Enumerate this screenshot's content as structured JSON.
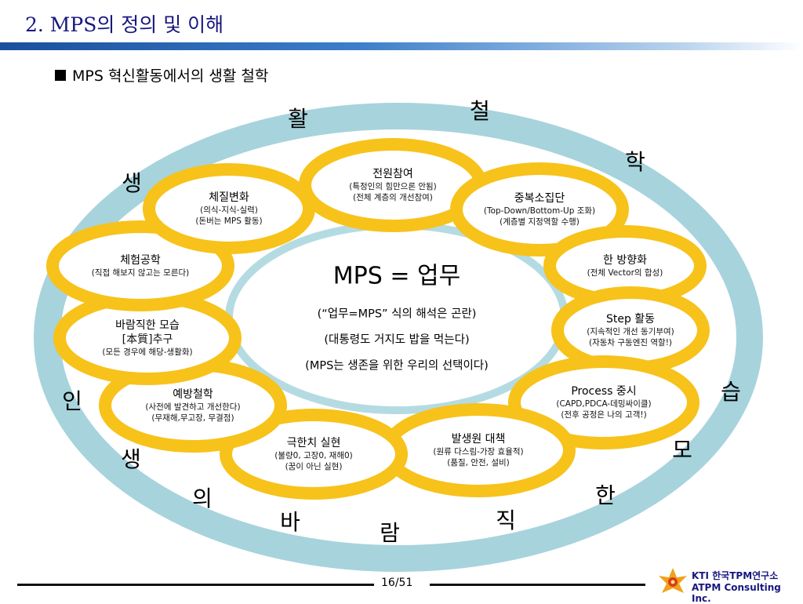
{
  "header": {
    "title": "2. MPS의 정의 및 이해",
    "subtitle": "MPS 혁신활동에서의 생활 철학"
  },
  "ring_text": [
    "생",
    "활",
    "철",
    "학",
    "습",
    "모",
    "한",
    "직",
    "람",
    "바",
    "의",
    "생",
    "인"
  ],
  "center": {
    "title": "MPS = 업무",
    "lines": [
      "(“업무=MPS” 식의 해석은 곤란)",
      "(대통령도 거지도 밥을 먹는다)",
      "(MPS는 생존을 위한 우리의 선택이다)"
    ]
  },
  "bubbles": [
    {
      "title": "전원참여",
      "lines": [
        "(특정인의 힘만으론 안됨)",
        "(전체 계층의 개선참여)"
      ]
    },
    {
      "title": "중복소집단",
      "lines": [
        "(Top-Down/Bottom-Up 조화)",
        "(계층별 지정역할 수행)"
      ]
    },
    {
      "title": "한 방향화",
      "lines": [
        "(전체 Vector의 합성)"
      ]
    },
    {
      "title": "Step 활동",
      "lines": [
        "(지속적인 개선 동기부여)",
        "(자동차 구동엔진 역할!)"
      ]
    },
    {
      "title": "Process 중시",
      "lines": [
        "(CAPD,PDCA-데밍싸이클)",
        "(전후 공정은 나의 고객!)"
      ]
    },
    {
      "title": "발생원 대책",
      "lines": [
        "(원류 다스림-가장 효율적)",
        "(품질, 안전, 설비)"
      ]
    },
    {
      "title": "극한치 실현",
      "lines": [
        "(불량0, 고장0, 재해0)",
        "(꿈이 아닌 실현)"
      ]
    },
    {
      "title": "예방철학",
      "lines": [
        "(사전에 발견하고 개선한다)",
        "(무재해,무고장, 무결점)"
      ]
    },
    {
      "title": "바람직한 모습",
      "lines": [
        "[本質]추구",
        "(모든 경우에 해당-생활화)"
      ]
    },
    {
      "title": "체험공학",
      "lines": [
        "(직접 해보지 않고는 모른다)"
      ]
    },
    {
      "title": "체질변화",
      "lines": [
        "(의식-지식-실력)",
        "(돈버는 MPS 활동)"
      ]
    }
  ],
  "footer": {
    "page": "16/51",
    "logo_line1": "KTI 한국TPM연구소",
    "logo_line2": "ATPM Consulting Inc."
  },
  "colors": {
    "title": "#17177f",
    "outer_ring": "#a7d3dc",
    "bubble_ring": "#f7c21a",
    "center_ring": "#b5dbe2"
  }
}
